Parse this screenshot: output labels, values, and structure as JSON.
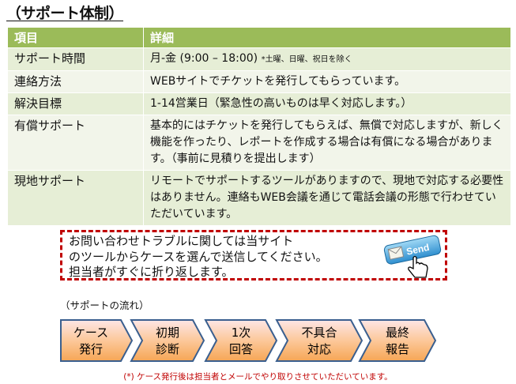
{
  "title": "（サポート体制）",
  "table": {
    "headers": [
      "項目",
      "詳細"
    ],
    "rows": [
      {
        "item": "サポート時間",
        "detail": "月-金 (9:00 – 18:00)",
        "note": "*土曜、日曜、祝日を除く"
      },
      {
        "item": "連絡方法",
        "detail": "WEBサイトでチケットを発行してもらっています。"
      },
      {
        "item": "解決目標",
        "detail": "1-14営業日（緊急性の高いものは早く対応します。）"
      },
      {
        "item": "有償サポート",
        "detail": "基本的にはチケットを発行してもらえば、無償で対応しますが、新しく機能を作ったり、レポートを作成する場合は有償になる場合があります。（事前に見積りを提出します）"
      },
      {
        "item": "現地サポート",
        "detail": "リモートでサポートするツールがありますので、現地で対応する必要性はありません。連絡もWEB会議を通じて電話会議の形態で行わせていただいています。"
      }
    ]
  },
  "notice": {
    "lines": [
      "お問い合わせトラブルに関しては当サイト",
      "のツールからケースを選んで送信してください。",
      "担当者がすぐに折り返します。"
    ],
    "send_label": "Send"
  },
  "flow": {
    "label": "（サポートの流れ）",
    "steps": [
      {
        "line1": "ケース",
        "line2": "発行"
      },
      {
        "line1": "初期",
        "line2": "診断"
      },
      {
        "line1": "1次",
        "line2": "回答"
      },
      {
        "line1": "不具合",
        "line2": "対応"
      },
      {
        "line1": "最終",
        "line2": "報告"
      }
    ]
  },
  "footnote": "(*)  ケース発行後は担当者とメールでやり取りさせていただいています。",
  "colors": {
    "header": "#9bbb59",
    "dash": "#c00000",
    "chevron_stroke": "#3a5f8f"
  }
}
